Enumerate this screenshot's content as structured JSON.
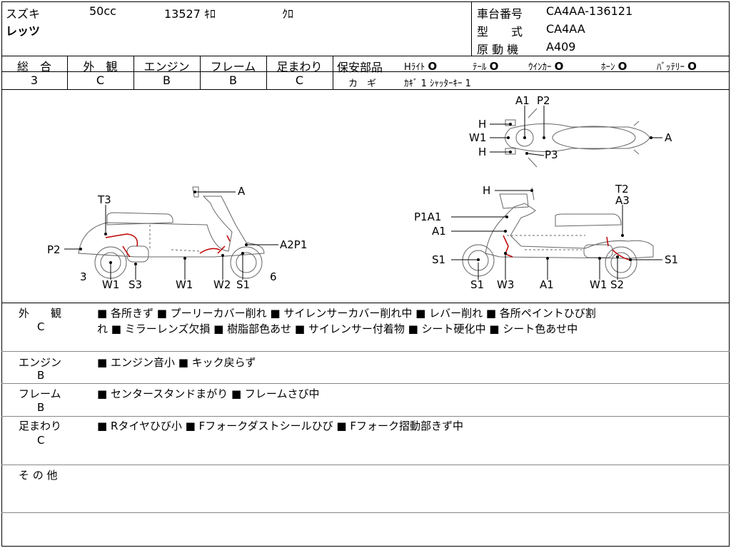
{
  "header": {
    "maker": "スズキ",
    "cc": "50cc",
    "mileage": "13527 ｷﾛ",
    "color": "ｸﾛ",
    "model_name": "レッツ",
    "frame_no_label": "車台番号",
    "frame_no": "CA4AA-136121",
    "type_label": "型　　式",
    "type": "CA4AA",
    "engine_label": "原 動 機",
    "engine": "A409"
  },
  "grades": {
    "overall": {
      "label": "総　合",
      "value": "3"
    },
    "exterior": {
      "label": "外　観",
      "value": "C"
    },
    "engine": {
      "label": "エンジン",
      "value": "B"
    },
    "frame": {
      "label": "フレーム",
      "value": "B"
    },
    "suspension": {
      "label": "足まわり",
      "value": "C"
    }
  },
  "safety": {
    "label": "保安部品",
    "items": [
      {
        "name": "Hﾗｲﾄ",
        "mark": "O"
      },
      {
        "name": "ﾃｰﾙ",
        "mark": "O"
      },
      {
        "name": "ｳｲﾝｶｰ",
        "mark": "O"
      },
      {
        "name": "ﾎｰﾝ",
        "mark": "O"
      },
      {
        "name": "ﾊﾞｯﾃﾘｰ",
        "mark": "O"
      }
    ],
    "key_label": "カ　ギ",
    "key_value": "ｶｷﾞ 1 ｼｬｯﾀｰｷｰ 1"
  },
  "diagram": {
    "top": {
      "a1": "A1",
      "p2": "P2",
      "h1": "H",
      "w1": "W1",
      "h2": "H",
      "p3": "P3",
      "a": "A"
    },
    "left": {
      "a": "A",
      "t3": "T3",
      "p2": "P2",
      "a2p1": "A2P1",
      "n3": "3",
      "n6": "6",
      "w1a": "W1",
      "s3": "S3",
      "w1b": "W1",
      "w2": "W2",
      "s1": "S1"
    },
    "right": {
      "h": "H",
      "t2": "T2",
      "a3": "A3",
      "p1a1": "P1A1",
      "a1": "A1",
      "s1a": "S1",
      "s1b": "S1",
      "s1c": "S1",
      "w3": "W3",
      "a1b": "A1",
      "w1": "W1",
      "s2": "S2"
    }
  },
  "remarks": [
    {
      "label": "外　　観",
      "grade": "C",
      "lines": [
        "■ 各所きず ■ プーリーカバー削れ ■ サイレンサーカバー削れ中 ■ レバー削れ ■ 各所ペイントひび割",
        "れ ■ ミラーレンズ欠損 ■ 樹脂部色あせ ■ サイレンサー付着物 ■ シート硬化中 ■ シート色あせ中"
      ]
    },
    {
      "label": "エンジン",
      "grade": "B",
      "lines": [
        "■ エンジン音小 ■ キック戻らず"
      ]
    },
    {
      "label": "フレーム",
      "grade": "B",
      "lines": [
        "■ センタースタンドまがり ■ フレームさび中"
      ]
    },
    {
      "label": "足まわり",
      "grade": "C",
      "lines": [
        "■ Rタイヤひび小 ■ Fフォークダストシールひび ■ Fフォーク摺動部きず中"
      ]
    },
    {
      "label": "そ の 他",
      "grade": "",
      "lines": [
        ""
      ]
    }
  ]
}
